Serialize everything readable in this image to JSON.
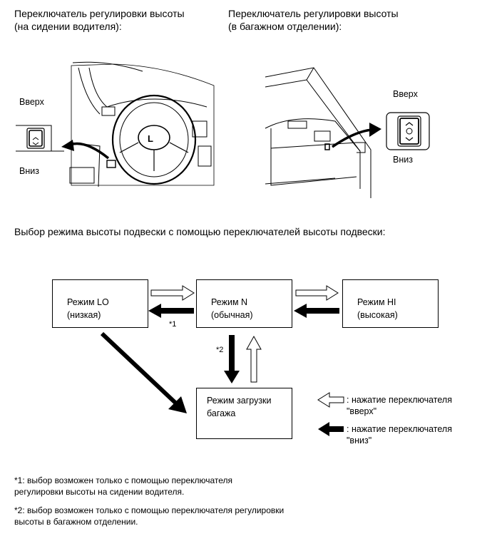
{
  "headers": {
    "driver_switch": "Переключатель регулировки высоты\n(на сидении водителя):",
    "luggage_switch": "Переключатель регулировки высоты\n(в багажном отделении):"
  },
  "illustration_labels": {
    "driver_up": "Вверх",
    "driver_down": "Вниз",
    "luggage_up": "Вверх",
    "luggage_down": "Вниз"
  },
  "mode_section_title": "Выбор режима высоты подвески с помощью переключателей высоты подвески:",
  "modes": {
    "lo": "Режим LO\n(низкая)",
    "n": "Режим N\n(обычная)",
    "hi": "Режим HI\n(высокая)",
    "luggage": "Режим загрузки\nбагажа"
  },
  "arrow_marks": {
    "star1": "*1",
    "star2": "*2"
  },
  "legend": {
    "up": ": нажатие переключателя\n\"вверх\"",
    "down": ": нажатие переключателя\n\"вниз\""
  },
  "footnotes": {
    "note1": "*1: выбор возможен только с помощью переключателя\nрегулировки высоты на сидении водителя.",
    "note2": "*2: выбор возможен только с помощью переключателя регулировки\nвысоты в багажном отделении."
  }
}
